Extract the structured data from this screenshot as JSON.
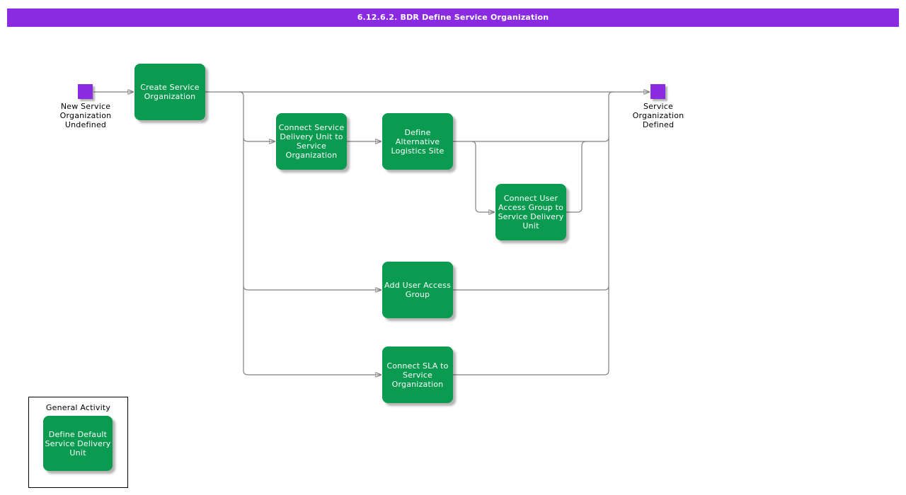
{
  "title": "6.12.6.2. BDR Define Service Organization",
  "events": {
    "start": {
      "label": "New Service\nOrganization\nUndefined"
    },
    "end": {
      "label": "Service\nOrganization\nDefined"
    }
  },
  "activities": [
    {
      "name": "create-service-organization",
      "label": "Create Service\nOrganization"
    },
    {
      "name": "connect-service-delivery-unit-to-service-organization",
      "label": "Connect Service\nDelivery Unit to\nService\nOrganization"
    },
    {
      "name": "define-alternative-logistics-site",
      "label": "Define\nAlternative\nLogistics Site"
    },
    {
      "name": "connect-user-access-group-to-service-delivery-unit",
      "label": "Connect User\nAccess Group to\nService Delivery\nUnit"
    },
    {
      "name": "add-user-access-group",
      "label": "Add User Access\nGroup"
    },
    {
      "name": "connect-sla-to-service-organization",
      "label": "Connect SLA to\nService\nOrganization"
    }
  ],
  "legend": {
    "title": "General Activity",
    "item_label": "Define Default\nService Delivery\nUnit"
  },
  "colors": {
    "title_bar_purple": "#8a2be2",
    "event_purple": "#8a2be2",
    "activity_green": "#0a9b51",
    "connector_gray": "#808080",
    "activity_text": "#ffffff",
    "label_text": "#000000",
    "background": "#ffffff"
  }
}
